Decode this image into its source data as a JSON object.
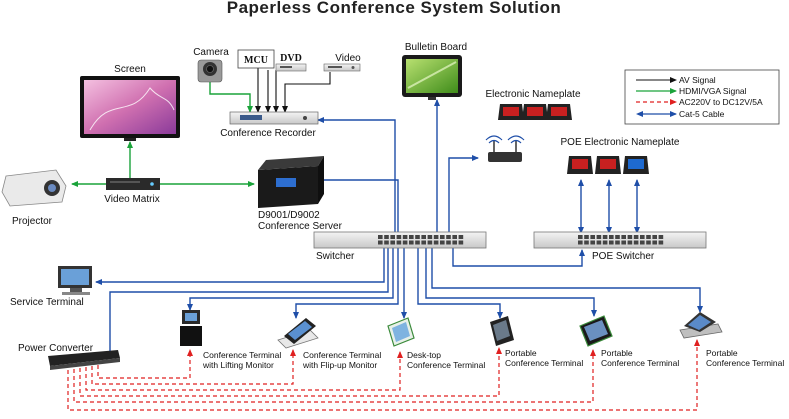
{
  "title": "Paperless Conference System Solution",
  "legend": {
    "av": "AV Signal",
    "hdmi": "HDMI/VGA Signal",
    "power": "AC220V to DC12V/5A",
    "cat5": "Cat-5 Cable"
  },
  "devices": {
    "screen": "Screen",
    "camera": "Camera",
    "mcu": "MCU",
    "dvd": "DVD",
    "video": "Video",
    "bulletin_board": "Bulletin Board",
    "electronic_nameplate": "Electronic Nameplate",
    "poe_nameplate": "POE Electronic Nameplate",
    "conference_recorder": "Conference Recorder",
    "projector": "Projector",
    "video_matrix": "Video Matrix",
    "server_line1": "D9001/D9002",
    "server_line2": "Conference Server",
    "switcher": "Switcher",
    "poe_switcher": "POE Switcher",
    "service_terminal": "Service Terminal",
    "power_converter": "Power Converter"
  },
  "terminals": [
    {
      "line1": "Conference Terminal",
      "line2": "with Lifting Monitor"
    },
    {
      "line1": "Conference Terminal",
      "line2": "with Flip-up Monitor"
    },
    {
      "line1": "Desk-top",
      "line2": "Conference Terminal"
    },
    {
      "line1": "Portable",
      "line2": "Conference Terminal"
    },
    {
      "line1": "Portable",
      "line2": "Conference Terminal"
    },
    {
      "line1": "Portable",
      "line2": "Conference Terminal"
    }
  ],
  "colors": {
    "av": "#111111",
    "hdmi": "#1aa33a",
    "power": "#e02020",
    "cat5": "#1e4ea8"
  }
}
